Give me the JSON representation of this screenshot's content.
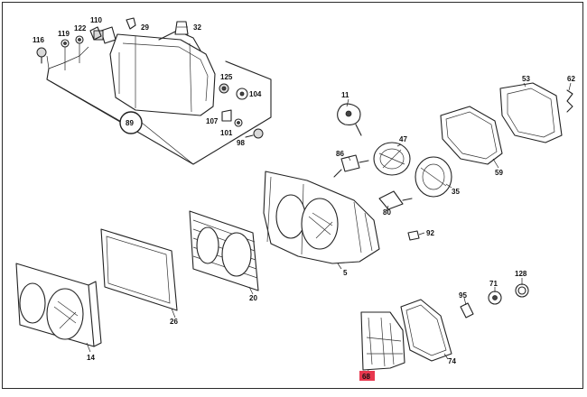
{
  "labels": {
    "l116": "116",
    "l119": "119",
    "l122": "122",
    "l110": "110",
    "l29": "29",
    "l32": "32",
    "l125": "125",
    "l104": "104",
    "l107": "107",
    "l101": "101",
    "l98": "98",
    "l89": "89",
    "l11": "11",
    "l86": "86",
    "l47": "47",
    "l35": "35",
    "l80": "80",
    "l92": "92",
    "l53": "53",
    "l62": "62",
    "l59": "59",
    "l5": "5",
    "l20": "20",
    "l26": "26",
    "l14": "14",
    "l95": "95",
    "l71": "71",
    "l128": "128",
    "l74": "74",
    "l68": "68"
  },
  "colors": {
    "highlight": "#e8374e",
    "line": "#222222",
    "background": "#ffffff"
  }
}
